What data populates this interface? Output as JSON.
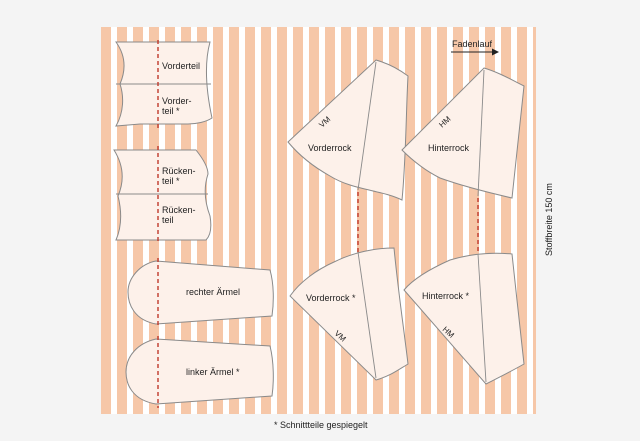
{
  "colors": {
    "fabric_stripe": "#f6c7a8",
    "fabric_base": "#ffffff",
    "piece_fill": "#fdf1ea",
    "fold_line": "#c0392b",
    "outline": "#8a8a8a",
    "background": "#f4f4f4"
  },
  "grain_label": "Fadenlauf",
  "width_label": "Stoffbreite 150 cm",
  "footnote": "* Schnittteile gespiegelt",
  "pieces": {
    "vorderteil": "Vorderteil",
    "vorderteil_mirror_1": "Vorder-",
    "vorderteil_mirror_2": "teil *",
    "rueckenteil_mirror_1": "Rücken-",
    "rueckenteil_mirror_2": "teil *",
    "rueckenteil_1": "Rücken-",
    "rueckenteil_2": "teil",
    "rechter_aermel": "rechter Ärmel",
    "linker_aermel": "linker Ärmel *",
    "vorderrock": "Vorderrock",
    "vorderrock_mirror": "Vorderrock *",
    "hinterrock": "Hinterrock",
    "hinterrock_mirror": "Hinterrock *",
    "vm_top": "VM",
    "vm_bottom": "VM",
    "hm_top": "HM",
    "hm_bottom": "HM"
  }
}
